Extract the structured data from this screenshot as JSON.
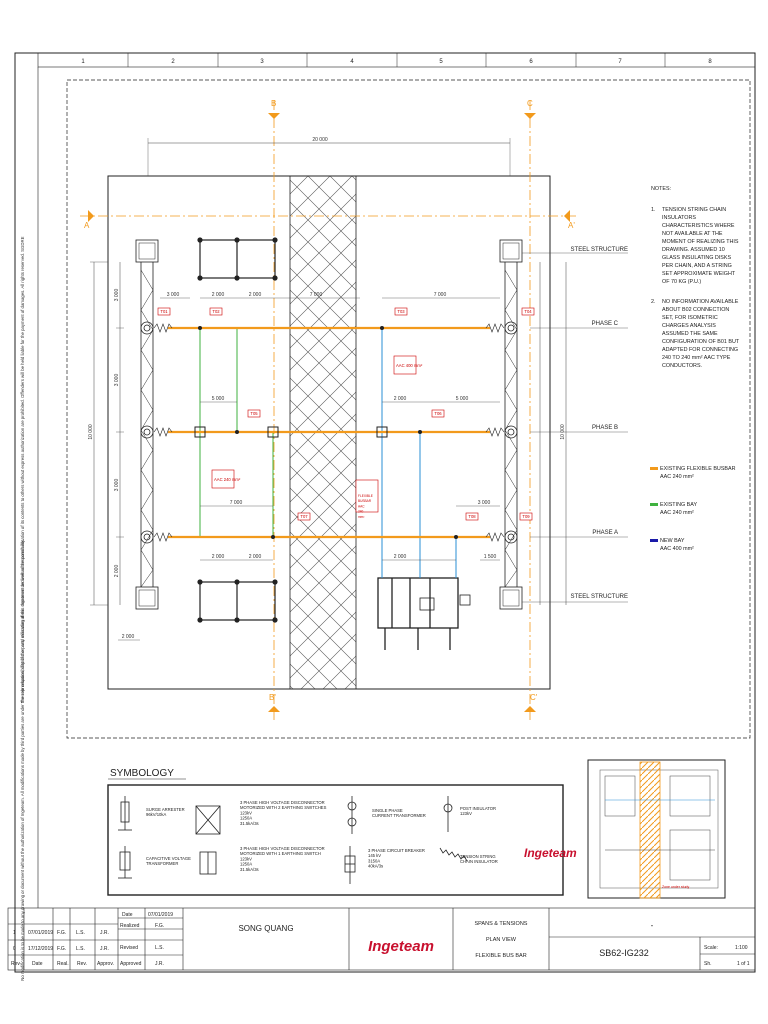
{
  "grid": {
    "columns": [
      "1",
      "2",
      "3",
      "4",
      "5",
      "6",
      "7",
      "8"
    ]
  },
  "plan": {
    "section_b_top": "B",
    "section_c_top": "C",
    "section_b_bottom": "B'",
    "section_c_bottom": "C'",
    "section_a_left": "A",
    "section_a_right": "A'",
    "overall_width": "20 000",
    "overall_height": "10 000",
    "dim_3000_a": "3 000",
    "dim_2000_a": "2 000",
    "dim_2000_b": "2 000",
    "dim_7000_a": "7 000",
    "dim_7000_b": "7 000",
    "dim_5000_a": "5 000",
    "dim_5000_b": "5 000",
    "dim_2000_c": "2 000",
    "dim_7000_c": "7 000",
    "dim_3000_b": "3 000",
    "dim_2000_d": "2 000",
    "dim_2000_e": "2 000",
    "dim_2000_f": "2 000",
    "dim_1500": "1 500",
    "dim_2000_g": "2 000",
    "dim_left_3000_a": "3 000",
    "dim_left_3000_b": "3 000",
    "dim_left_3000_c": "3 000",
    "dim_left_2000": "2 000",
    "labels": {
      "steel_top": "STEEL STRUCTURE",
      "phase_c": "PHASE C",
      "phase_b": "PHASE B",
      "phase_a": "PHASE A",
      "steel_bottom": "STEEL STRUCTURE"
    },
    "tags": {
      "t1": "T01",
      "t2": "T02",
      "t3": "T03",
      "t4": "T04",
      "t5": "T05",
      "t6": "T06",
      "t7": "T07",
      "t8": "T08",
      "t9": "T09"
    },
    "callouts": {
      "aac_240_left": "AAC 240 mm²",
      "aac_400": "AAC 400 mm²",
      "flexible_busbar": "FLEXIBLE BUSBAR AAC 240 mm²"
    }
  },
  "notes": {
    "title": "NOTES:",
    "items": [
      {
        "num": "1.",
        "lines": [
          "TENSION STRING CHAIN",
          "INSULATORS",
          "CHARACTERISTICS WHERE",
          "NOT AVAILABLE AT THE",
          "MOMENT OF REALIZING THIS",
          "DRAWING. ASSUMED 10",
          "GLASS INSULATING DISKS",
          "PER CHAIN, AND A STRING",
          "SET APPROXIMATE WEIGHT",
          "OF 70 KG (P.U.)"
        ]
      },
      {
        "num": "2.",
        "lines": [
          "NO INFORMATION AVAILABLE",
          "ABOUT B02 CONNECTION",
          "SET, FOR ISOMETRIC",
          "CHARGES ANALYSIS",
          "ASSUMED THE SAME",
          "CONFIGURATION OF B01 BUT",
          "ADAPTED FOR CONNECTING",
          "240 TO 240 mm² AAC TYPE",
          "CONDUCTORS."
        ]
      }
    ]
  },
  "legend": [
    {
      "label": "EXISTING FLEXIBLE BUSBAR",
      "sub": "AAC 240 mm²",
      "color": "#f29a1c"
    },
    {
      "label": "EXISTING BAY",
      "sub": "AAC 240 mm²",
      "color": "#3fb23f"
    },
    {
      "label": "NEW BAY",
      "sub": "AAC 400 mm²",
      "color": "#1a1aa8"
    }
  ],
  "side_note": "The reproduction, distribution and utilization of this document as well as the communication of its contents to others without express authorization are prohibited. Offenders will be held liable for the payment of damages. All rights reserved. SGDRE",
  "side_note_2": "No modification is to be made to any drawing or document without the authorization of Ingeteam. All modifications made by third parties are under the sole responsibility of the party executing them. Ingeteam declines all responsibility.",
  "symbology": {
    "title": "SYMBOLOGY",
    "items": [
      {
        "label": "SURGE ARRESTER\n96kV/10kA"
      },
      {
        "label": "CAPACITIVE VOLTAGE\nTRANSFORMER"
      },
      {
        "label": "3 PHASE HIGH VOLTAGE DISCONNECTOR\nMOTORIZED WITH 2 EARTHING SWITCHES\n123kV\n1250A\n31.5kA/3s"
      },
      {
        "label": "3 PHASE HIGH VOLTAGE DISCONNECTOR\nMOTORIZED WITH 1 EARTHING SWITCH\n123kV\n1250A\n31.5kA/3s"
      },
      {
        "label": "SINGLE PHASE\nCURRENT TRANSFORMER"
      },
      {
        "label": "3 PHASE CIRCUIT BREAKER\n145 kV\n3150A\n40kA/3s"
      },
      {
        "label": "POST INSULATOR\n123kV"
      },
      {
        "label": "TENSION STRING\nCHAIN INSULATOR"
      }
    ]
  },
  "keyplan": {
    "company": "Ingeteam",
    "caption": "Zone under study"
  },
  "title_block": {
    "rev_rows": [
      {
        "rev": "1",
        "date": "07/01/2019",
        "real": "F.G.",
        "rev_by": "L.S.",
        "approv": "J.R."
      },
      {
        "rev": "0",
        "date": "17/12/2019",
        "real": "F.G.",
        "rev_by": "L.S.",
        "approv": "J.R."
      }
    ],
    "headers": {
      "rev": "Rev",
      "date": "Date",
      "real": "Real.",
      "rev_by": "Rev.",
      "approv": "Approv."
    },
    "approval": {
      "date_label": "Date",
      "date_val": "07/01/2019",
      "realized_label": "Realized",
      "realized_val": "F.G.",
      "revised_label": "Revised",
      "revised_val": "L.S.",
      "approved_label": "Approved",
      "approved_val": "J.R."
    },
    "project": "SONG QUANG",
    "logo": "Ingeteam",
    "title_lines": [
      "SPANS & TENSIONS",
      "PLAN VIEW",
      "FLEXIBLE BUS BAR"
    ],
    "dash": "-",
    "drawing_no": "SB62-IG232",
    "scale_label": "Scale:",
    "scale_val": "1:100",
    "sheet_label": "Sh.",
    "sheet_val": "1 of 1"
  }
}
